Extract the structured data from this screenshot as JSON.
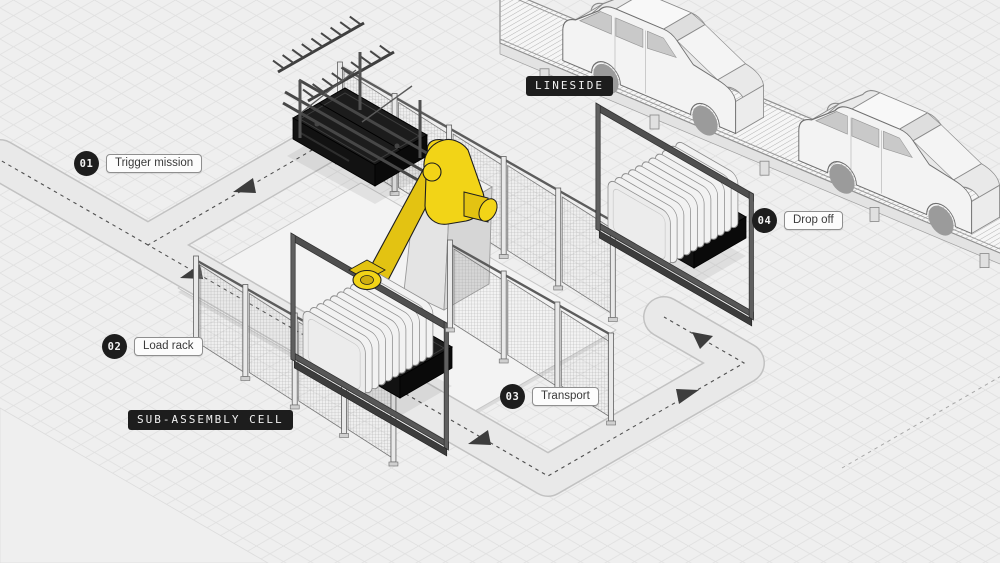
{
  "steps": [
    {
      "num": "01",
      "label": "Trigger mission"
    },
    {
      "num": "02",
      "label": "Load rack"
    },
    {
      "num": "03",
      "label": "Transport"
    },
    {
      "num": "04",
      "label": "Drop off"
    }
  ],
  "zones": {
    "lineside": "LINESIDE",
    "sub_assembly": "SUB-ASSEMBLY CELL"
  },
  "colors": {
    "background": "#EFEFEF",
    "grid_line": "#E0E0E0",
    "floor_plate": "#F3F3F3",
    "route_band": "#E9E9E9",
    "route_dash": "#4F4F4F",
    "route_arrow": "#3D3D3D",
    "accent_yellow": "#F2D417",
    "accent_yellow_dark": "#E3C312",
    "agv_body": "#1C1C1C",
    "rack_frame": "#4F4F4F",
    "panel_light": "#F2F2F2",
    "fence_mesh": "#9C9C9C",
    "label_badge": "#1D1D1D",
    "car_shell": "#F3F3F3"
  }
}
